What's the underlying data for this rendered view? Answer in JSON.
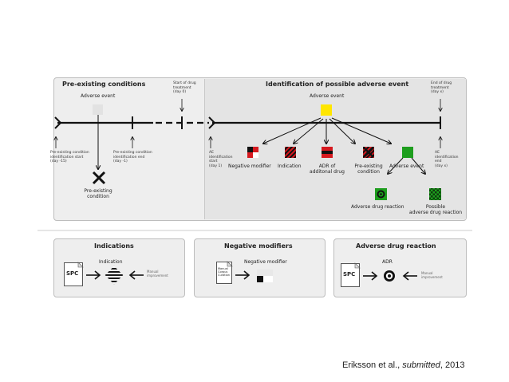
{
  "top_panel": {
    "preexisting_title": "Pre-existing conditions",
    "preexisting_adverse_event": "Adverse event",
    "pc_id_start": [
      "Pre-existing condition",
      "identification start",
      "(day -15)"
    ],
    "pc_id_end": [
      "Pre-existing condition",
      "identification end",
      "(day -1)"
    ],
    "preexisting_result": [
      "Pre-existing",
      "condition"
    ],
    "start_drug": [
      "Start of drug",
      "treatment",
      "(day 0)"
    ],
    "identification_title": "Identification of possible adverse event",
    "identification_adverse_event": "Adverse event",
    "end_drug": [
      "End of drug",
      "treatment",
      "(day x)"
    ],
    "ae_id_start": [
      "AE",
      "identification",
      "start",
      "(day 1)"
    ],
    "ae_id_end": [
      "AE",
      "identification",
      "end",
      "(day x)"
    ],
    "outcome_negative_modifier": "Negative modifier",
    "outcome_indication": "Indication",
    "outcome_adr_additional": [
      "ADR of",
      "additonal drug"
    ],
    "outcome_preexisting": [
      "Pre-existing",
      "condition"
    ],
    "outcome_adverse_event": "Adverse event",
    "outcome_adr": "Adverse drug reaction",
    "outcome_possible_adr": [
      "Possible",
      "adverse drug reaction"
    ]
  },
  "bottom_panels": {
    "indications": {
      "title": "Indications",
      "doc": "SPC",
      "label": "Indication",
      "manual": [
        "Manual",
        "improvement"
      ]
    },
    "negative_modifiers": {
      "title": "Negative modifiers",
      "doc": [
        "Manual",
        "Corpus",
        "Curation"
      ],
      "label": "Negative modifier"
    },
    "adr": {
      "title": "Adverse drug reaction",
      "doc": "SPC",
      "label": "ADR",
      "manual": [
        "Manual",
        "improvement"
      ]
    }
  },
  "citation": {
    "authors": "Eriksson et al., ",
    "status": "submitted",
    "year": ", 2013"
  },
  "colors": {
    "adverse_yellow": "#ffe600",
    "red": "#d6191f",
    "green": "#1e9e1e",
    "grey_box": "#e2e2e2",
    "panel_bg": "#eeeeee"
  }
}
